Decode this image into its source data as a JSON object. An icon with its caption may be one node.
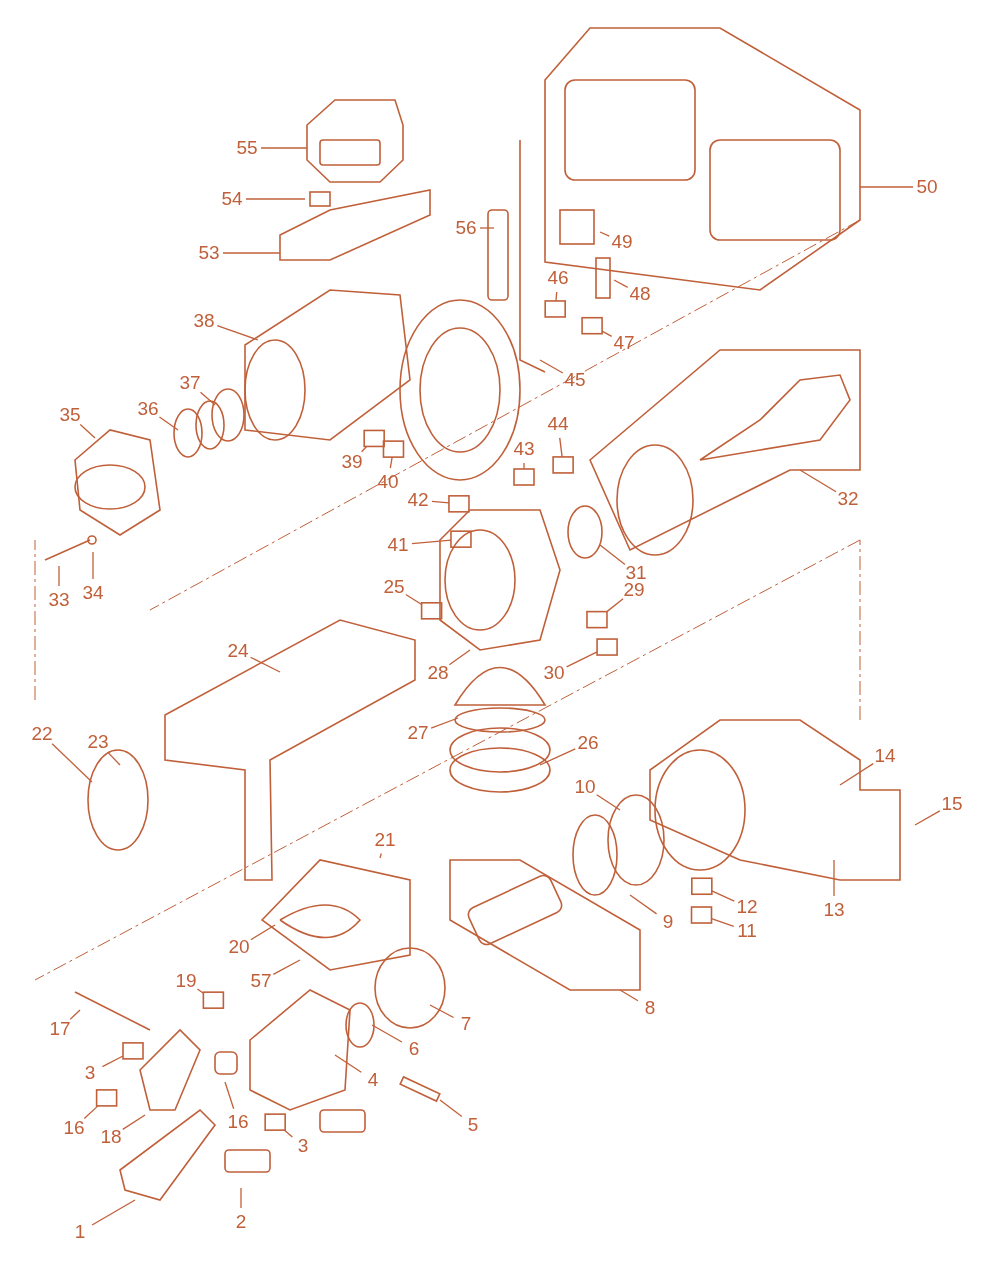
{
  "diagram": {
    "nodes": [
      {
        "text": [
          "55"
        ]
      },
      {
        "text": [
          "54"
        ]
      },
      {
        "text": [
          "50"
        ]
      },
      {
        "text": [
          "56"
        ]
      },
      {
        "text": [
          "53"
        ]
      },
      {
        "text": [
          "49"
        ]
      },
      {
        "text": [
          "46"
        ]
      },
      {
        "text": [
          "48"
        ]
      },
      {
        "text": [
          "38"
        ]
      },
      {
        "text": [
          "47"
        ]
      },
      {
        "text": [
          "45"
        ]
      },
      {
        "text": [
          "37"
        ]
      },
      {
        "text": [
          "36"
        ]
      },
      {
        "text": [
          "35"
        ]
      },
      {
        "text": [
          "44"
        ]
      },
      {
        "text": [
          "43"
        ]
      },
      {
        "text": [
          "39"
        ]
      },
      {
        "text": [
          "40"
        ]
      },
      {
        "text": [
          "32"
        ]
      },
      {
        "text": [
          "42"
        ]
      },
      {
        "text": [
          "41"
        ]
      },
      {
        "text": [
          "31"
        ]
      },
      {
        "text": [
          "25"
        ]
      },
      {
        "text": [
          "33"
        ]
      },
      {
        "text": [
          "34"
        ]
      },
      {
        "text": [
          "29"
        ]
      },
      {
        "text": [
          "24"
        ]
      },
      {
        "text": [
          "28"
        ]
      },
      {
        "text": [
          "30"
        ]
      },
      {
        "text": [
          "22"
        ]
      },
      {
        "text": [
          "27"
        ]
      },
      {
        "text": [
          "23"
        ]
      },
      {
        "text": [
          "26"
        ]
      },
      {
        "text": [
          "14"
        ]
      },
      {
        "text": [
          "10"
        ]
      },
      {
        "text": [
          "15"
        ]
      },
      {
        "text": [
          "21"
        ]
      },
      {
        "text": [
          "12"
        ]
      },
      {
        "text": [
          "11"
        ]
      },
      {
        "text": [
          "13"
        ]
      },
      {
        "text": [
          "9"
        ]
      },
      {
        "text": [
          "20"
        ]
      },
      {
        "text": [
          "57"
        ]
      },
      {
        "text": [
          "19"
        ]
      },
      {
        "text": [
          "8"
        ]
      },
      {
        "text": [
          "7"
        ]
      },
      {
        "text": [
          "17"
        ]
      },
      {
        "text": [
          "6"
        ]
      },
      {
        "text": [
          "3"
        ]
      },
      {
        "text": [
          "4"
        ]
      },
      {
        "text": [
          "16"
        ]
      },
      {
        "text": [
          "16"
        ]
      },
      {
        "text": [
          "18"
        ]
      },
      {
        "text": [
          "3"
        ]
      },
      {
        "text": [
          "5"
        ]
      },
      {
        "text": [
          "1"
        ]
      },
      {
        "text": [
          "2"
        ]
      },
      {
        "text": [],
        "shape": "box"
      },
      {
        "text": [],
        "shape": "box"
      },
      {
        "text": [],
        "shape": "box"
      },
      {
        "text": [],
        "shape": "box"
      },
      {
        "text": [],
        "shape": "box"
      },
      {
        "text": [],
        "shape": "box"
      },
      {
        "text": [],
        "shape": "box"
      },
      {
        "text": [],
        "shape": "box"
      },
      {
        "text": [],
        "shape": "box"
      },
      {
        "text": [],
        "shape": "box"
      },
      {
        "text": [],
        "shape": "box"
      },
      {
        "text": [],
        "shape": "box"
      },
      {
        "text": [],
        "shape": "box"
      },
      {
        "text": [],
        "shape": "box"
      },
      {
        "text": [],
        "shape": "box"
      },
      {
        "text": [],
        "shape": "box"
      },
      {
        "text": [],
        "shape": "box"
      }
    ],
    "edges": [
      {
        "from": 0,
        "to": null,
        "arrow": "none"
      },
      {
        "from": 1,
        "to": null,
        "arrow": "none"
      },
      {
        "from": 2,
        "to": null,
        "arrow": "none"
      },
      {
        "from": 3,
        "to": null,
        "arrow": "none"
      },
      {
        "from": 4,
        "to": null,
        "arrow": "none"
      },
      {
        "from": 5,
        "to": null,
        "arrow": "none"
      },
      {
        "from": 6,
        "to": 57,
        "arrow": "none"
      },
      {
        "from": 7,
        "to": null,
        "arrow": "none"
      },
      {
        "from": 8,
        "to": null,
        "arrow": "none"
      },
      {
        "from": 9,
        "to": 58,
        "arrow": "none"
      },
      {
        "from": 10,
        "to": null,
        "arrow": "none"
      },
      {
        "from": 11,
        "to": null,
        "arrow": "none"
      },
      {
        "from": 12,
        "to": null,
        "arrow": "none"
      },
      {
        "from": 13,
        "to": null,
        "arrow": "none"
      },
      {
        "from": 14,
        "to": 59,
        "arrow": "none"
      },
      {
        "from": 15,
        "to": 60,
        "arrow": "none"
      },
      {
        "from": 16,
        "to": 61,
        "arrow": "none"
      },
      {
        "from": 17,
        "to": 62,
        "arrow": "none"
      },
      {
        "from": 18,
        "to": null,
        "arrow": "none"
      },
      {
        "from": 19,
        "to": 63,
        "arrow": "none"
      },
      {
        "from": 20,
        "to": 64,
        "arrow": "none"
      },
      {
        "from": 21,
        "to": null,
        "arrow": "none"
      },
      {
        "from": 22,
        "to": 65,
        "arrow": "none"
      },
      {
        "from": 23,
        "to": null,
        "arrow": "none"
      },
      {
        "from": 24,
        "to": null,
        "arrow": "none"
      },
      {
        "from": 25,
        "to": 66,
        "arrow": "none"
      },
      {
        "from": 26,
        "to": null,
        "arrow": "none"
      },
      {
        "from": 27,
        "to": null,
        "arrow": "none"
      },
      {
        "from": 28,
        "to": 67,
        "arrow": "none"
      },
      {
        "from": 29,
        "to": null,
        "arrow": "none"
      },
      {
        "from": 30,
        "to": null,
        "arrow": "none"
      },
      {
        "from": 31,
        "to": null,
        "arrow": "none"
      },
      {
        "from": 32,
        "to": null,
        "arrow": "none"
      },
      {
        "from": 33,
        "to": null,
        "arrow": "none"
      },
      {
        "from": 34,
        "to": null,
        "arrow": "none"
      },
      {
        "from": 35,
        "to": null,
        "arrow": "none"
      },
      {
        "from": 36,
        "to": null,
        "arrow": "none"
      },
      {
        "from": 37,
        "to": 68,
        "arrow": "none"
      },
      {
        "from": 38,
        "to": 69,
        "arrow": "none"
      },
      {
        "from": 39,
        "to": null,
        "arrow": "none"
      },
      {
        "from": 40,
        "to": null,
        "arrow": "none"
      },
      {
        "from": 41,
        "to": null,
        "arrow": "none"
      },
      {
        "from": 42,
        "to": null,
        "arrow": "none"
      },
      {
        "from": 43,
        "to": 70,
        "arrow": "none"
      },
      {
        "from": 44,
        "to": null,
        "arrow": "none"
      },
      {
        "from": 45,
        "to": null,
        "arrow": "none"
      },
      {
        "from": 46,
        "to": null,
        "arrow": "none"
      },
      {
        "from": 47,
        "to": null,
        "arrow": "none"
      },
      {
        "from": 48,
        "to": 71,
        "arrow": "none"
      },
      {
        "from": 49,
        "to": null,
        "arrow": "none"
      },
      {
        "from": 50,
        "to": 72,
        "arrow": "none"
      },
      {
        "from": 51,
        "to": null,
        "arrow": "none"
      },
      {
        "from": 52,
        "to": null,
        "arrow": "none"
      },
      {
        "from": 53,
        "to": 73,
        "arrow": "none"
      },
      {
        "from": 54,
        "to": null,
        "arrow": "none"
      },
      {
        "from": 55,
        "to": null,
        "arrow": "none"
      },
      {
        "from": 56,
        "to": null,
        "arrow": "none"
      }
    ]
  }
}
